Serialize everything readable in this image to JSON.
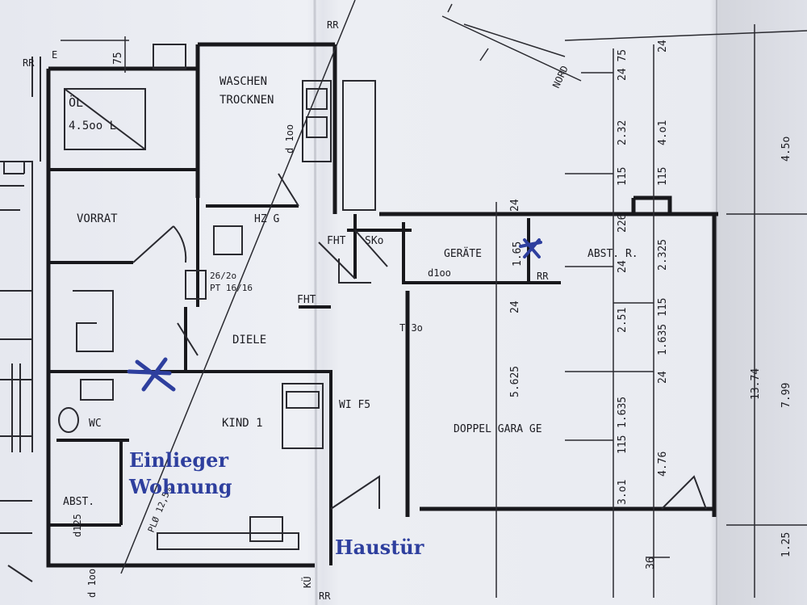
{
  "rooms": {
    "oel": "ÖL",
    "oel_volume": "4.5oo L",
    "waschen": "WASCHEN",
    "trocknen": "TROCKNEN",
    "vorrat": "VORRAT",
    "hzg": "HZ G",
    "fht_1": "FHT",
    "fht_2": "FHT",
    "sk": "SKo",
    "geraete": "GERÄTE",
    "abstr": "ABST. R.",
    "diele": "DIELE",
    "wc": "WC",
    "kind1": "KIND 1",
    "wif": "WI F5",
    "doppelgarage": "DOPPEL GARA GE",
    "abst": "ABST."
  },
  "labels": {
    "rr_1": "RR",
    "rr_2": "RR",
    "rr_3": "RR",
    "rr_4": "RR",
    "e": "E",
    "nord": "NORD",
    "d100_1": "d 1oo",
    "d100_2": "d1oo",
    "t30": "T 3o",
    "meter_1": "26/2o",
    "meter_2": "PT 16/16",
    "d125": "d125",
    "diag": "PLØ 12,5%",
    "d100_3": "d 1oo",
    "kw": "KÜ"
  },
  "dimensions": {
    "d75_top": "75",
    "d75": "24 75",
    "d24_a": "24",
    "d232": "2.32",
    "d401": "4.o1",
    "d115_a": "115",
    "d115_b": "115",
    "d24_b": "24",
    "d226": "226",
    "d2325": "2.325",
    "d165": "1.65",
    "d24_c": "24",
    "d24_d": "24",
    "d251": "2.51",
    "d115_c": "115",
    "d1635_a": "1.635",
    "d24_e": "24",
    "d5625": "5.625",
    "d1635_b": "1.635",
    "d115_d": "115",
    "d301": "3.o1",
    "d476": "4.76",
    "d36": "36",
    "right_450": "4.5o",
    "right_1374": "13.74",
    "right_799": "7.99",
    "right_125": "1.25"
  },
  "annotations": {
    "einlieger_1": "Einlieger",
    "einlieger_2": "Wohnung",
    "haustuer": "Haustür"
  },
  "colors": {
    "ink": "#18181c",
    "pen": "#2e3f9e",
    "paper": "#e9ebf1"
  }
}
